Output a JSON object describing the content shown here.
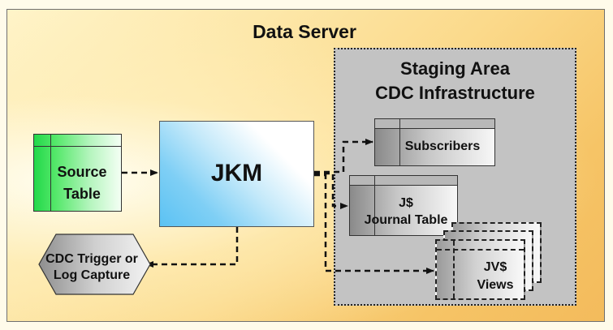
{
  "title": "Data Server",
  "staging": {
    "line1": "Staging Area",
    "line2": "CDC Infrastructure"
  },
  "source": {
    "line1": "Source",
    "line2": "Table"
  },
  "jkm": "JKM",
  "subscribers": "Subscribers",
  "journal": {
    "line1": "J$",
    "line2": "Journal Table"
  },
  "views": {
    "line1": "JV$",
    "line2": "Views"
  },
  "cdc": {
    "line1": "CDC Trigger or",
    "line2": "Log Capture"
  }
}
